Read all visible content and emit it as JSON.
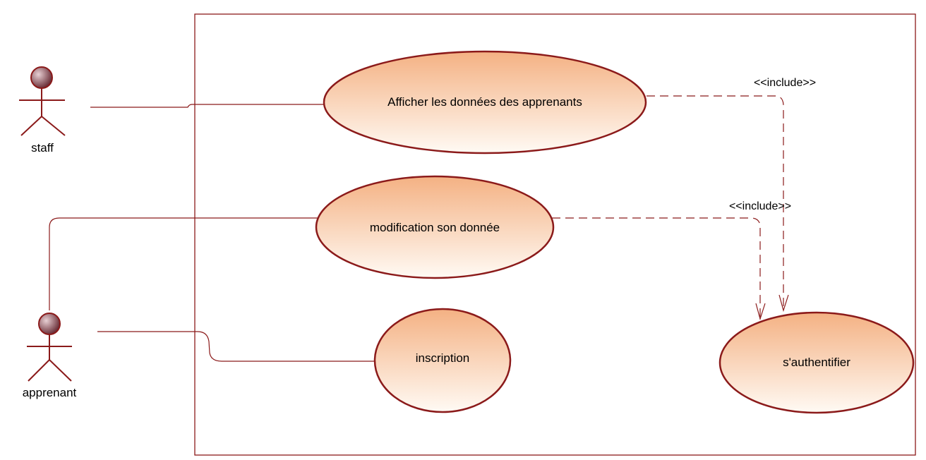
{
  "actors": [
    {
      "id": "staff",
      "name": "staff"
    },
    {
      "id": "apprenant",
      "name": "apprenant"
    }
  ],
  "use_cases": [
    {
      "id": "afficher",
      "label": "Afficher les données des apprenants"
    },
    {
      "id": "modification",
      "label": "modification son donnée"
    },
    {
      "id": "inscription",
      "label": "inscription"
    },
    {
      "id": "authentifier",
      "label": "s'authentifier"
    }
  ],
  "relations": [
    {
      "type": "include",
      "from": "afficher",
      "to": "authentifier",
      "label": "<<include>>"
    },
    {
      "type": "include",
      "from": "modification",
      "to": "authentifier",
      "label": "<<include>>"
    }
  ],
  "colors": {
    "line": "#8b1a1a",
    "ellipse_fill_top": "#f4b183",
    "ellipse_fill_bottom": "#fffaf4",
    "actor_head_dark": "#5a1a24",
    "actor_head_light": "#e8d0d4",
    "background": "#ffffff"
  }
}
